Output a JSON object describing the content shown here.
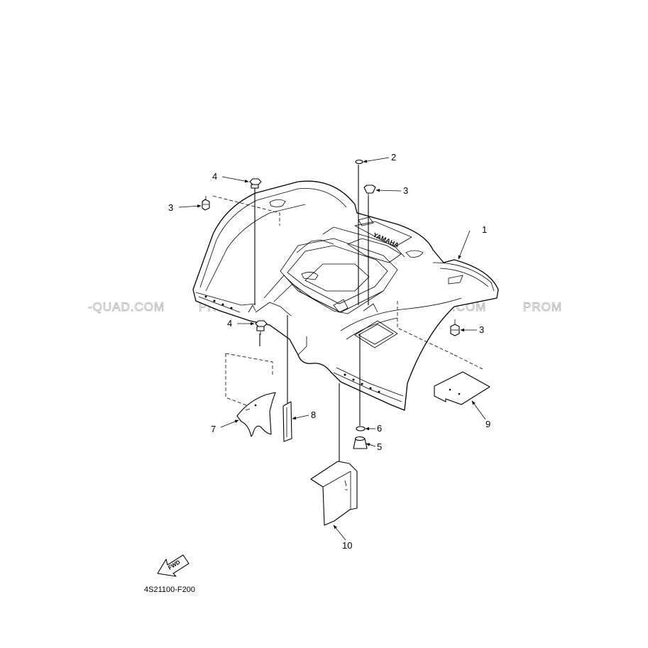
{
  "diagram": {
    "drawing_code": "4S21100-F200",
    "fwd_label": "FWD",
    "emblem_text": "YAMAHA",
    "watermark": {
      "seg1": "-QUAD.COM",
      "seg2": "PROMO-QUAD.COM",
      "seg3": "PROMO-QUAD.COM",
      "seg4": "PROM"
    },
    "callouts": {
      "c1": "1",
      "c2": "2",
      "c3a": "3",
      "c3b": "3",
      "c3c": "3",
      "c4a": "4",
      "c4b": "4",
      "c5": "5",
      "c6": "6",
      "c7": "7",
      "c8": "8",
      "c9": "9",
      "c10": "10"
    }
  }
}
